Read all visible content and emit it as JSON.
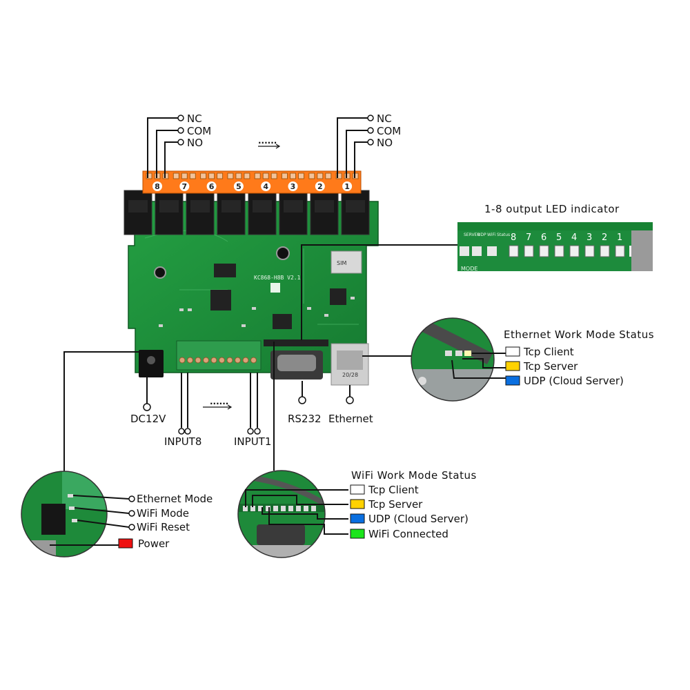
{
  "relay_terminals": {
    "left": {
      "nc": "NC",
      "com": "COM",
      "no": "NO"
    },
    "right": {
      "nc": "NC",
      "com": "COM",
      "no": "NO"
    },
    "ellipsis": "......",
    "numbers": [
      "8",
      "7",
      "6",
      "5",
      "4",
      "3",
      "2",
      "1"
    ]
  },
  "board": {
    "model_text": "KC868-H8B  V2.1",
    "module_text": "SIM",
    "rj45_text": "20/28"
  },
  "bottom_connectors": {
    "dc12v": "DC12V",
    "input8": "INPUT8",
    "input1": "INPUT1",
    "rs232": "RS232",
    "ethernet": "Ethernet",
    "inputs_ellipsis": "......"
  },
  "output_led": {
    "title": "1-8 output LED indicator",
    "numbers": [
      "8",
      "7",
      "6",
      "5",
      "4",
      "3",
      "2",
      "1"
    ]
  },
  "ethernet_status": {
    "title": "Ethernet Work Mode Status",
    "items": [
      {
        "label": "Tcp Client",
        "color": "#ffffff"
      },
      {
        "label": "Tcp Server",
        "color": "#ffd200"
      },
      {
        "label": "UDP (Cloud Server)",
        "color": "#0a6fe0"
      }
    ]
  },
  "wifi_status": {
    "title": "WiFi Work Mode Status",
    "items": [
      {
        "label": "Tcp Client",
        "color": "#ffffff"
      },
      {
        "label": "Tcp Server",
        "color": "#ffd200"
      },
      {
        "label": "UDP (Cloud Server)",
        "color": "#0a6fe0"
      },
      {
        "label": "WiFi Connected",
        "color": "#1be51b"
      }
    ]
  },
  "mode_leds": {
    "items": [
      {
        "label": "Ethernet Mode"
      },
      {
        "label": "WiFi Mode"
      },
      {
        "label": "WiFi Reset"
      },
      {
        "label": "Power",
        "color": "#ee1111"
      }
    ]
  },
  "colors": {
    "pcb": "#1f8f3a",
    "terminal_orange": "#ff7a1a",
    "relay": "#1a1a1a",
    "terminal_green": "#2e9c4d"
  }
}
